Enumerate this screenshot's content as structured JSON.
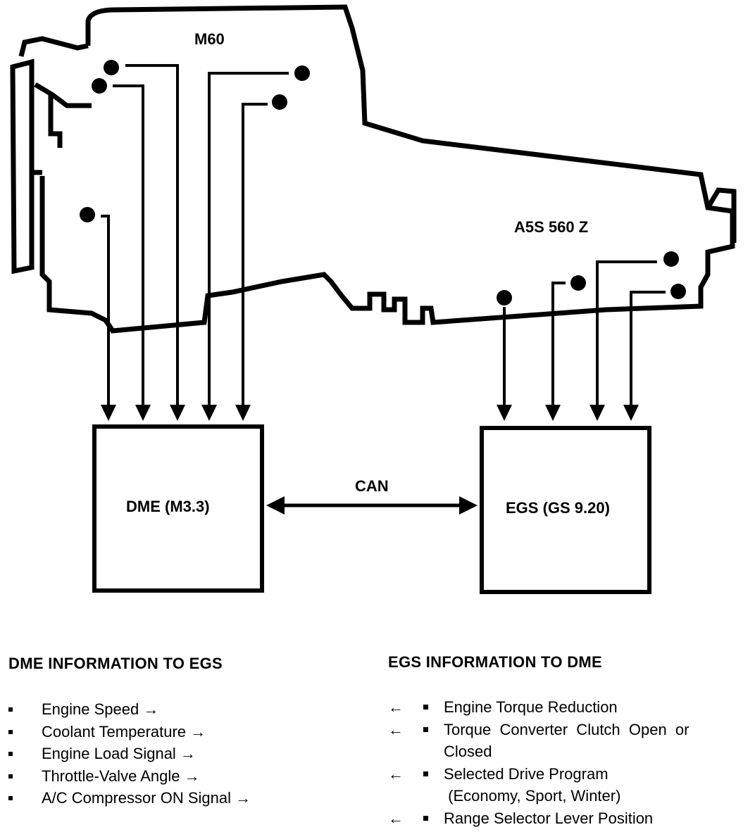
{
  "diagram": {
    "engine_label": "M60",
    "transmission_label": "A5S 560 Z",
    "dme_box_label": "DME (M3.3)",
    "egs_box_label": "EGS (GS 9.20)",
    "bus_label": "CAN"
  },
  "dme_to_egs": {
    "title": "DME INFORMATION TO EGS",
    "items": [
      {
        "label": "Engine Speed →"
      },
      {
        "label": "Coolant Temperature →"
      },
      {
        "label": "Engine Load Signal →"
      },
      {
        "label": "Throttle-Valve Angle →"
      },
      {
        "label": "A/C Compressor ON Signal →"
      }
    ]
  },
  "egs_to_dme": {
    "title": "EGS INFORMATION TO DME",
    "arrow_glyph": "←",
    "items": [
      {
        "label": "Engine Torque Reduction",
        "continuation": ""
      },
      {
        "label": "Torque  Converter  Clutch  Open  or",
        "continuation": "Closed"
      },
      {
        "label": "Selected Drive Program",
        "continuation": " (Economy, Sport, Winter)"
      },
      {
        "label": "Range Selector Lever Position",
        "continuation": ""
      }
    ]
  }
}
